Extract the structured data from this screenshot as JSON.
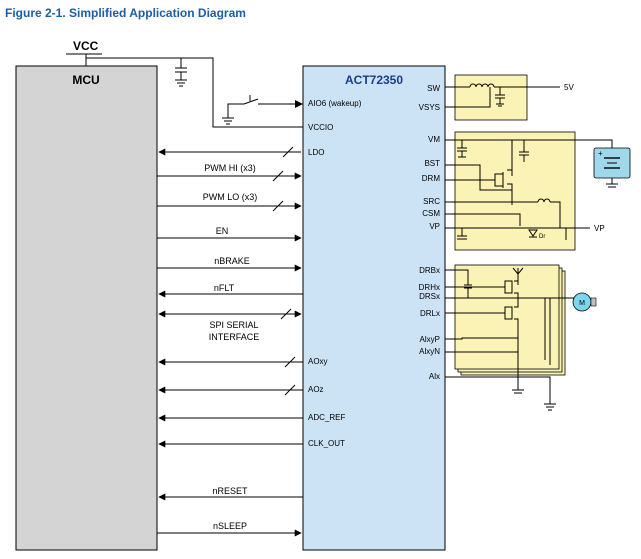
{
  "figure_title": "Figure 2-1. Simplified Application Diagram",
  "vcc_label": "VCC",
  "mcu_label": "MCU",
  "chip_label": "ACT72350",
  "chip_pins_left": {
    "aio6": "AIO6 (wakeup)",
    "vccio": "VCCIO",
    "ldo": "LDO",
    "aoxy": "AOxy",
    "aoz": "AOz",
    "adc_ref": "ADC_REF",
    "clk_out": "CLK_OUT"
  },
  "signals": {
    "pwm_hi": "PWM HI (x3)",
    "pwm_lo": "PWM LO (x3)",
    "en": "EN",
    "nbrake": "nBRAKE",
    "nflt": "nFLT",
    "spi_1": "SPI SERIAL",
    "spi_2": "INTERFACE",
    "nreset": "nRESET",
    "nsleep": "nSLEEP"
  },
  "chip_pins_right": {
    "sw": "SW",
    "vsys": "VSYS",
    "vm": "VM",
    "bst": "BST",
    "drm": "DRM",
    "src": "SRC",
    "csm": "CSM",
    "vp": "VP",
    "drbx": "DRBx",
    "drhx": "DRHx",
    "drsx": "DRSx",
    "drlx": "DRLx",
    "alxyp": "AlxyP",
    "alxyn": "AlxyN",
    "alx": "Alx"
  },
  "external": {
    "v5": "5V",
    "vp_out": "VP",
    "dr": "Dr",
    "motor": "M"
  },
  "colors": {
    "title_blue": "#1a5ea8",
    "mcu_fill": "#d4d4d4",
    "chip_fill": "#cce3f5",
    "block_fill": "#fbf3b5",
    "chip_title": "#1a3d8a"
  }
}
